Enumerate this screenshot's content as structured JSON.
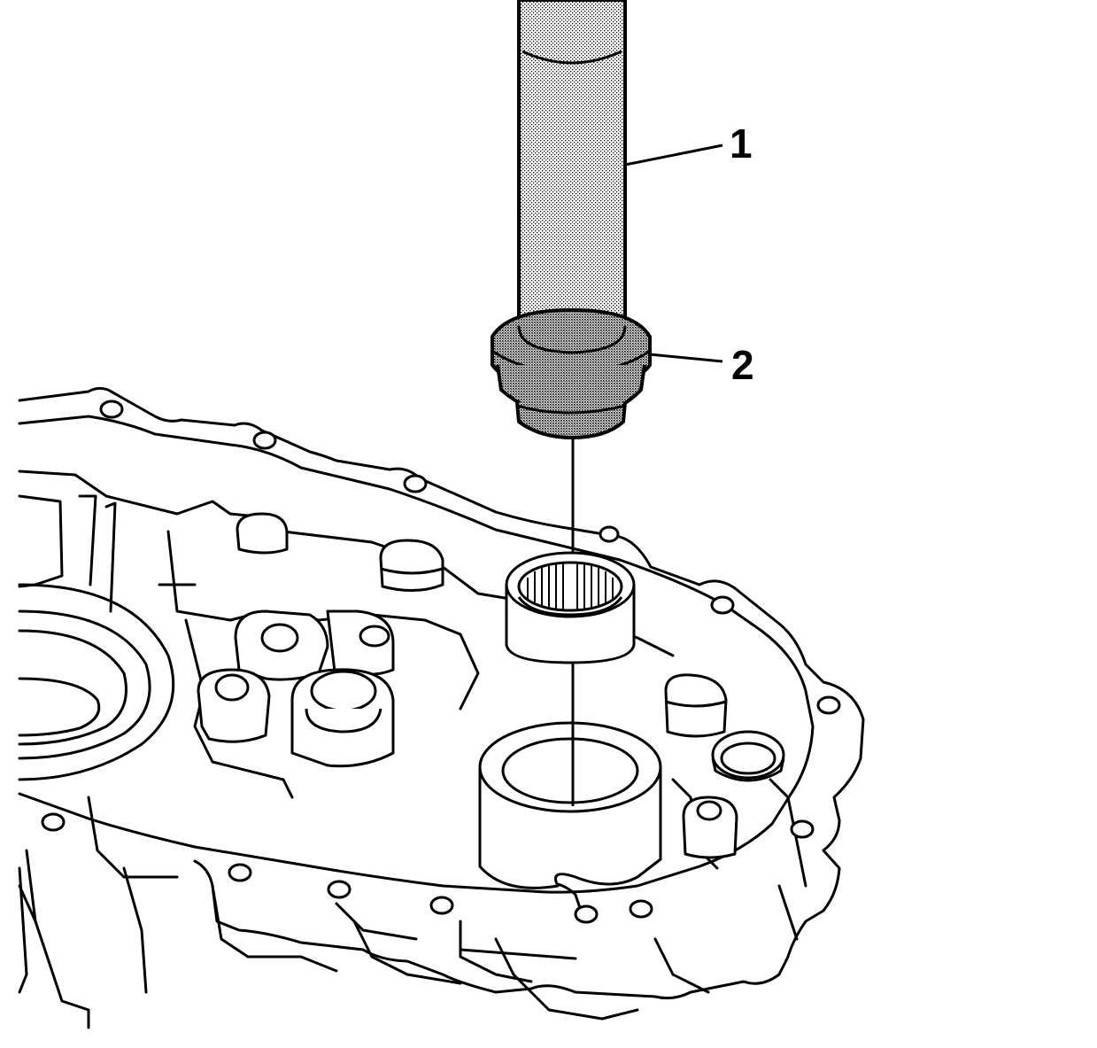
{
  "callouts": [
    {
      "id": "1",
      "label": "1"
    },
    {
      "id": "2",
      "label": "2"
    }
  ],
  "colors": {
    "line": "#000000",
    "background": "#ffffff",
    "stipple": "#000000"
  }
}
